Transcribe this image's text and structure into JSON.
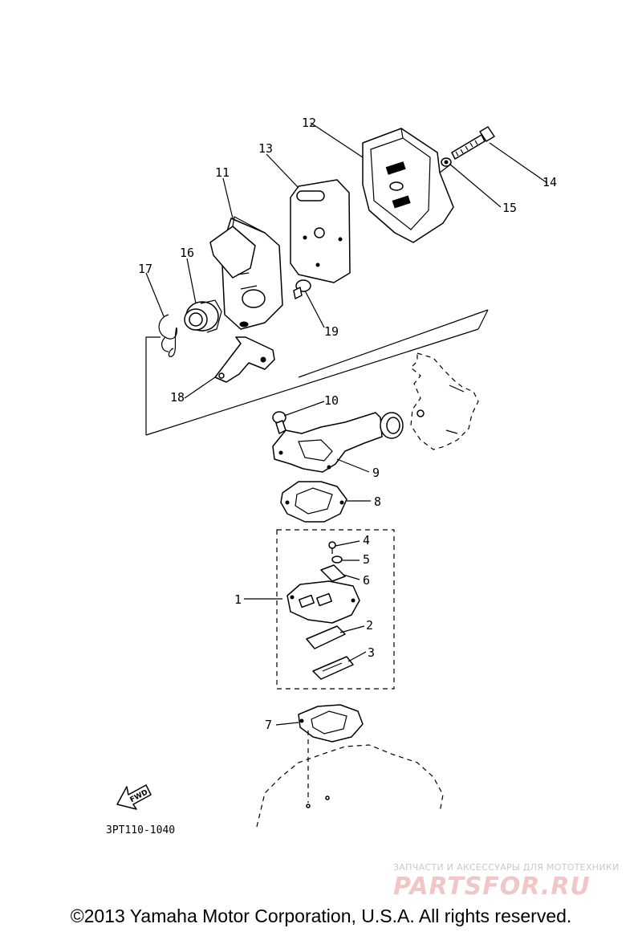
{
  "callouts": [
    {
      "id": "c1",
      "text": "1"
    },
    {
      "id": "c2",
      "text": "2"
    },
    {
      "id": "c3",
      "text": "3"
    },
    {
      "id": "c4",
      "text": "4"
    },
    {
      "id": "c5",
      "text": "5"
    },
    {
      "id": "c6",
      "text": "6"
    },
    {
      "id": "c7",
      "text": "7"
    },
    {
      "id": "c8",
      "text": "8"
    },
    {
      "id": "c9",
      "text": "9"
    },
    {
      "id": "c10",
      "text": "10"
    },
    {
      "id": "c11",
      "text": "11"
    },
    {
      "id": "c12",
      "text": "12"
    },
    {
      "id": "c13",
      "text": "13"
    },
    {
      "id": "c14",
      "text": "14"
    },
    {
      "id": "c15",
      "text": "15"
    },
    {
      "id": "c16",
      "text": "16"
    },
    {
      "id": "c17",
      "text": "17"
    },
    {
      "id": "c18",
      "text": "18"
    },
    {
      "id": "c19",
      "text": "19"
    }
  ],
  "fwd_label": "FWD",
  "diagram_code": "3PT110-1040",
  "watermark": {
    "tagline": "ЗАПЧАСТИ И АКСЕССУАРЫ ДЛЯ МОТОТЕХНИКИ",
    "logo": "PARTSFOR.RU"
  },
  "copyright": "©2013 Yamaha Motor Corporation, U.S.A. All rights reserved."
}
